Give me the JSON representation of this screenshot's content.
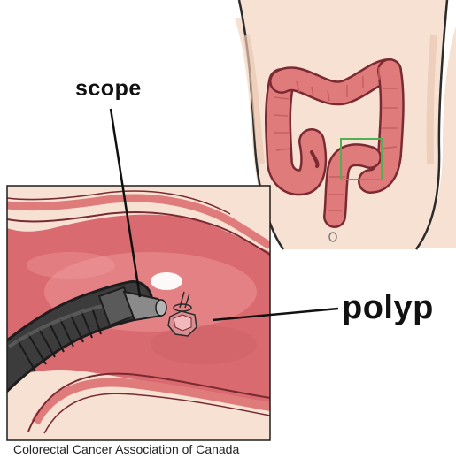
{
  "labels": {
    "scope": "scope",
    "polyp": "polyp"
  },
  "credit": "Colorectal Cancer Association of Canada",
  "colors": {
    "skin": "#f6e1d2",
    "skin_shade": "#e9c7b2",
    "colon_outer": "#e07b7b",
    "colon_inner": "#c65f63",
    "colon_dark": "#7a2a32",
    "tissue": "#d96a6f",
    "tissue_light": "#ef9da0",
    "scope_body": "#3c3c3c",
    "scope_tip": "#8a8a8a",
    "highlight_box": "#52b052"
  }
}
